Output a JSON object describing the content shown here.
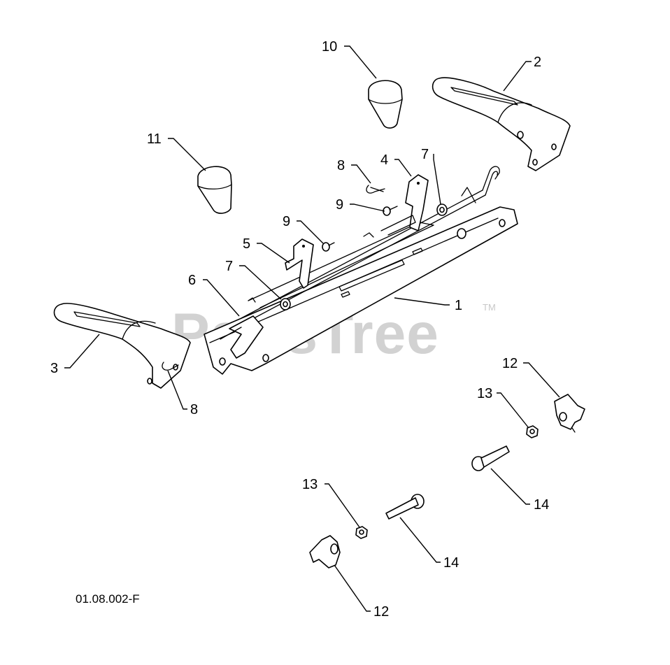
{
  "watermark": {
    "brand": "PartsTree",
    "trademark": "TM"
  },
  "drawing_ref": "01.08.002-F",
  "callouts": {
    "c10": "10",
    "c2": "2",
    "c11": "11",
    "c8a": "8",
    "c4": "4",
    "c7a": "7",
    "c9a": "9",
    "c9b": "9",
    "c5": "5",
    "c7b": "7",
    "c6": "6",
    "c1": "1",
    "c3": "3",
    "c8b": "8",
    "c12a": "12",
    "c13a": "13",
    "c14a": "14",
    "c13b": "13",
    "c14b": "14",
    "c12b": "12"
  }
}
